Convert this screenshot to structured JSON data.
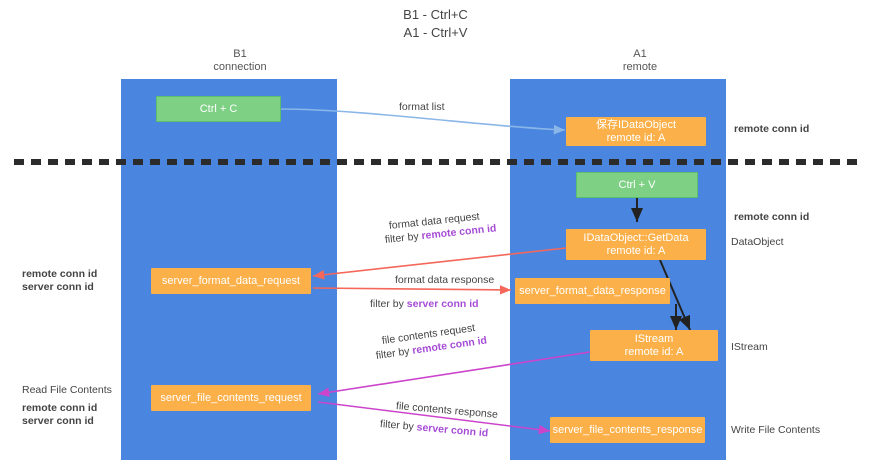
{
  "title": {
    "line1": "B1 - Ctrl+C",
    "line2": "A1 - Ctrl+V"
  },
  "colors": {
    "lane": "#4a86e0",
    "green_node": "#7ed085",
    "orange_node": "#fbb049",
    "remote_conn_id": "#a64dd6",
    "server_conn_id": "#6ec376",
    "arrow_blue": "#8ab6e8",
    "arrow_red": "#f4675a",
    "arrow_magenta": "#cc44cc",
    "arrow_dark": "#222222",
    "divider": "#2b2b2b"
  },
  "lanes": [
    {
      "name": "left-lane",
      "header_title": "B1",
      "header_sub": "connection"
    },
    {
      "name": "right-lane",
      "header_title": "A1",
      "header_sub": "remote"
    }
  ],
  "nodes": {
    "ctrl_c": "Ctrl + C",
    "ctrl_v": "Ctrl + V",
    "save_idataobject_l1": "保存IDataObject",
    "save_idataobject_l2": "remote id: A",
    "getdata_l1": "IDataObject::GetData",
    "getdata_l2": "remote id: A",
    "istream_l1": "IStream",
    "istream_l2": "remote id: A",
    "server_format_data_request": "server_format_data_request",
    "server_format_data_response": "server_format_data_response",
    "server_file_contents_request": "server_file_contents_request",
    "server_file_contents_response": "server_file_contents_response"
  },
  "edge_labels": {
    "format_list": "format list",
    "format_data_request": "format data request",
    "filter_by_prefix": "filter by ",
    "remote_conn_id": "remote conn id",
    "server_conn_id": "server conn id",
    "format_data_response": "format data response",
    "file_contents_request": "file contents request",
    "file_contents_response": "file contents response"
  },
  "side_labels": {
    "right_remote_conn_top": "remote conn id",
    "right_remote_conn_mid": "remote conn id",
    "right_dataobject": "DataObject",
    "right_istream": "IStream",
    "right_write_file_contents": "Write File Contents",
    "left_remote_conn_id": "remote conn id",
    "left_server_conn_id": "server conn id",
    "left_read_file_contents": "Read File Contents",
    "left_remote_conn_id_2": "remote conn id",
    "left_server_conn_id_2": "server conn id"
  }
}
